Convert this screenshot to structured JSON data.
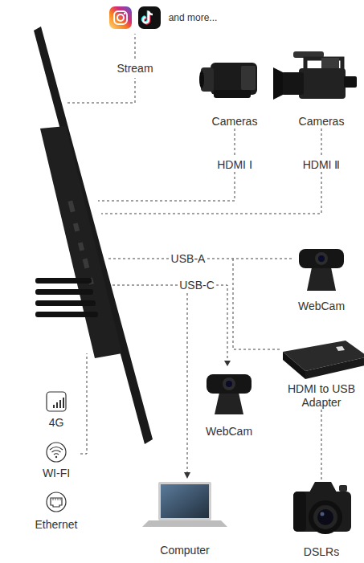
{
  "diagram": {
    "nodes": [
      {
        "text": [
          "Cameras"
        ]
      },
      {
        "text": [
          "Cameras"
        ]
      },
      {
        "text": [
          "WebCam"
        ]
      },
      {
        "text": [
          "HDMI to USB Adapter"
        ]
      },
      {
        "text": [
          "WebCam"
        ]
      },
      {
        "text": [
          "4G"
        ]
      },
      {
        "text": [
          "WI-FI"
        ]
      },
      {
        "text": [
          "Ethernet"
        ]
      },
      {
        "text": [
          "Computer"
        ]
      },
      {
        "text": [
          "DSLRs"
        ]
      }
    ],
    "edges": [
      {
        "from": 3,
        "to": 9,
        "arrow": "none"
      }
    ],
    "labels": [
      "and more...",
      "Stream",
      "HDMI Ⅰ",
      "HDMI Ⅱ",
      "USB-A",
      "USB-C"
    ]
  }
}
